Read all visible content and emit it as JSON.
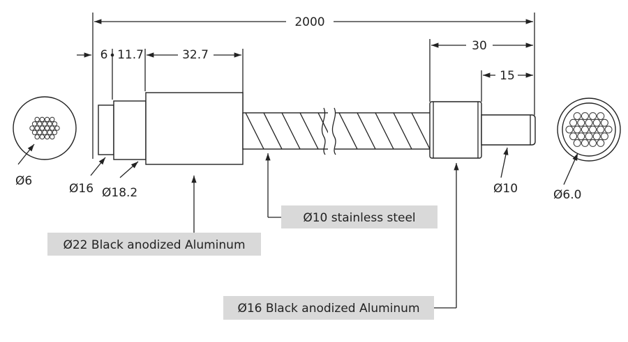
{
  "dimensions": {
    "overall_length": "2000",
    "segment_a": "6",
    "segment_b": "11.7",
    "segment_c": "32.7",
    "right_collar": "30",
    "right_tip": "15"
  },
  "diameters": {
    "left_bundle": "Ø6",
    "left_step": "Ø16",
    "left_collar": "Ø18.2",
    "right_tip": "Ø10",
    "right_bundle": "Ø6.0"
  },
  "callouts": {
    "rod": "Ø10 stainless steel",
    "left_body": "Ø22 Black anodized Aluminum",
    "right_collar": "Ø16 Black anodized Aluminum"
  }
}
